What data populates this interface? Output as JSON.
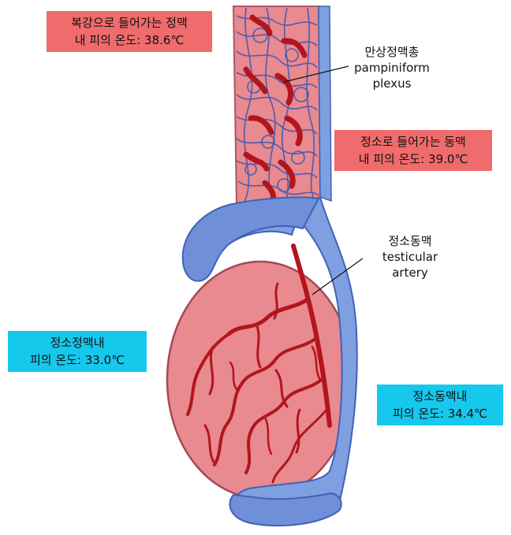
{
  "colors": {
    "tissue_pink": "#e88a8f",
    "tissue_pink_dark": "#c8606a",
    "vein_blue": "#6f8fd8",
    "vein_blue_dark": "#3f62b8",
    "artery_red": "#b3151d",
    "box_red": "#f06b6b",
    "box_cyan": "#16c8ec"
  },
  "callouts": {
    "vein_abdomen_temp": {
      "line1": "복강으로 들어가는 정맥",
      "line2": "내 피의 온도: 38.6℃"
    },
    "artery_testis_temp": {
      "line1": "정소로 들어가는 동맥",
      "line2": "내 피의 온도: 39.0℃"
    },
    "testicular_vein_temp": {
      "line1": "정소정맥내",
      "line2": "피의 온도: 33.0℃"
    },
    "testicular_artery_temp": {
      "line1": "정소동맥내",
      "line2": "피의 온도: 34.4℃"
    }
  },
  "labels": {
    "pampiniform": {
      "line1": "만상정맥총",
      "line2": "pampiniform",
      "line3": "plexus"
    },
    "testicular_artery": {
      "line1": "정소동맥",
      "line2": "testicular",
      "line3": "artery"
    }
  }
}
